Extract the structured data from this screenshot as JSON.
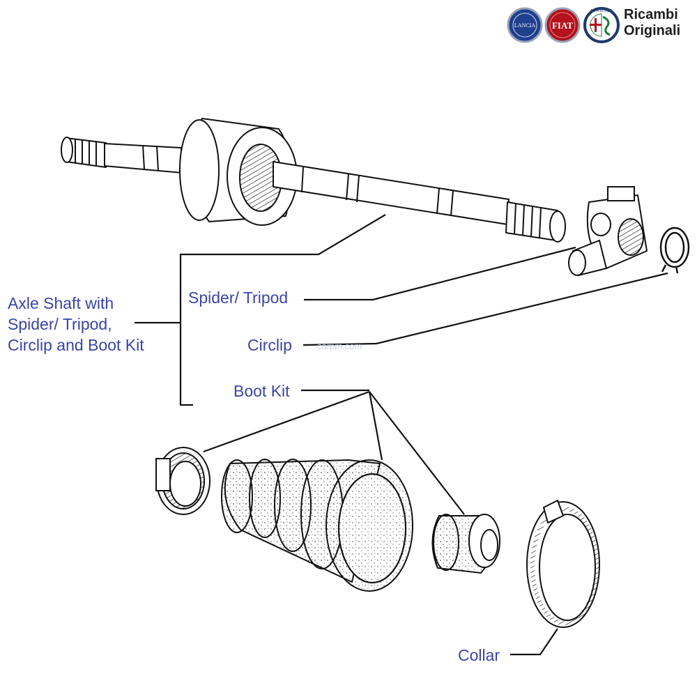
{
  "header": {
    "brand_logos": [
      "LANCIA",
      "FIAT",
      "ALFA ROMEO"
    ],
    "brand_text_line1": "Ricambi",
    "brand_text_line2": "Originali"
  },
  "labels": {
    "assembly_line1": "Axle Shaft with",
    "assembly_line2": "Spider/ Tripod,",
    "assembly_line3": "Circlip and Boot Kit",
    "spider_tripod": "Spider/ Tripod",
    "circlip": "Circlip",
    "boot_kit": "Boot Kit",
    "collar": "Collar"
  },
  "watermark": "carpm.com",
  "colors": {
    "label_text": "#3a44a8",
    "line_art": "#111111",
    "lancia_blue": "#1f3f8f",
    "fiat_red": "#b3111b",
    "alfa_green": "#1e7a3a"
  }
}
